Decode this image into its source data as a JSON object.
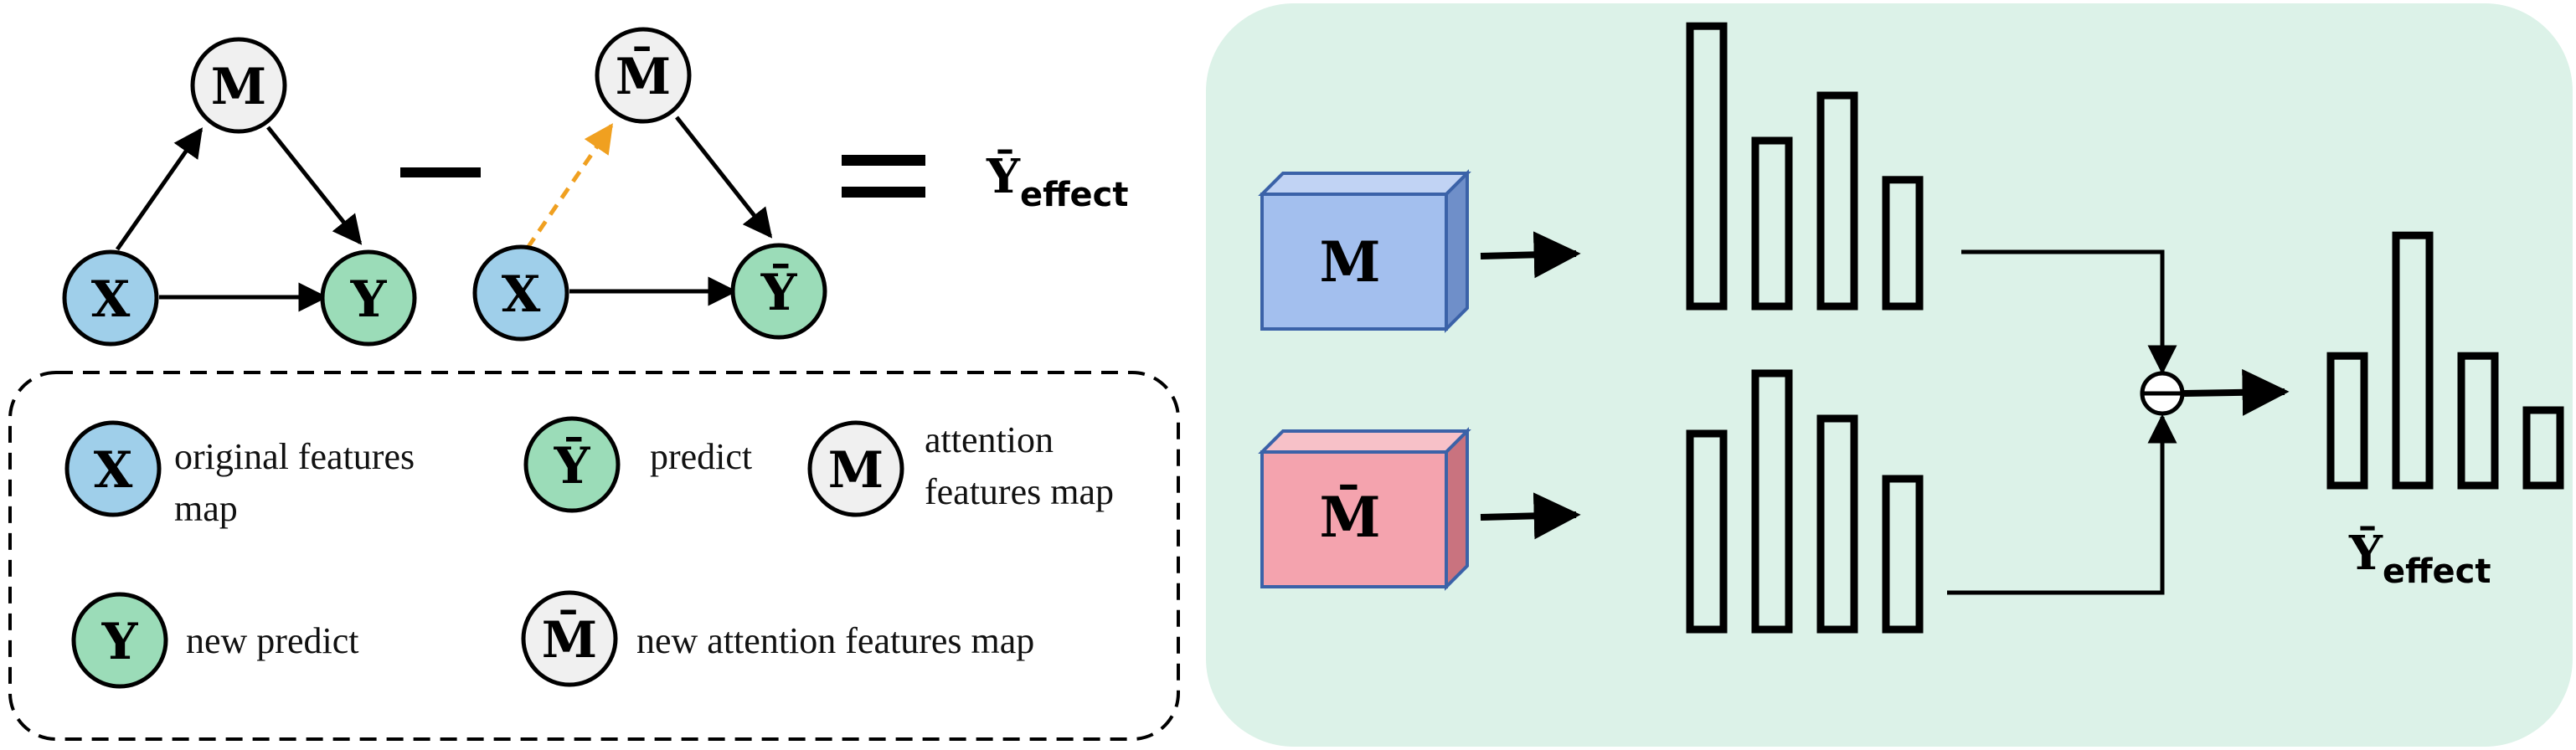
{
  "graph": {
    "left": {
      "node_m": "M",
      "node_x": "X",
      "node_y": "Y"
    },
    "right": {
      "node_m": "M̄",
      "node_x": "X",
      "node_y": "Ȳ"
    },
    "result": {
      "main": "Ȳ",
      "sub": "effect"
    }
  },
  "legend": {
    "items": [
      {
        "symbol": "X",
        "label_line1": "original features",
        "label_line2": "map"
      },
      {
        "symbol": "Ȳ",
        "label_line1": "predict",
        "label_line2": ""
      },
      {
        "symbol": "M",
        "label_line1": "attention",
        "label_line2": "features map"
      },
      {
        "symbol": "Y",
        "label_line1": "new predict",
        "label_line2": ""
      },
      {
        "symbol": "M̄",
        "label_line1": "new attention features map",
        "label_line2": ""
      }
    ]
  },
  "pipeline": {
    "top_cube_label": "M",
    "bottom_cube_label": "M̄",
    "output_main": "Ȳ",
    "output_sub": "effect",
    "top_bars": [
      0.93,
      0.55,
      0.7,
      0.42
    ],
    "bottom_bars": [
      0.65,
      0.85,
      0.7,
      0.5
    ],
    "output_bars": [
      0.43,
      0.83,
      0.43,
      0.25
    ]
  },
  "colors": {
    "node_x": "#9fcfea",
    "node_y": "#9bdcb8",
    "node_m": "#f0f0f0",
    "panel_bg": "#dcf2e8",
    "cube_blue": "#a3bfee",
    "cube_pink": "#f4a3ae",
    "cube_edge": "#3b62a8",
    "dashed_arrow": "#f0a020"
  }
}
